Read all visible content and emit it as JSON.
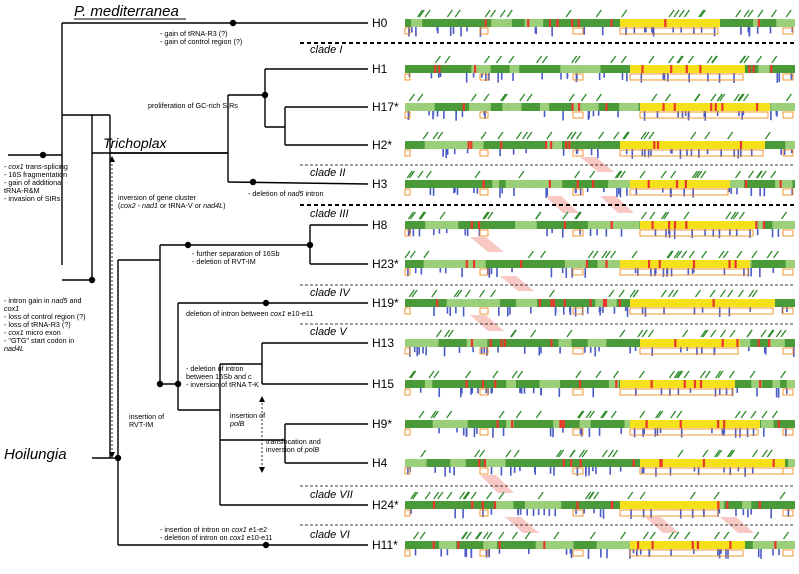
{
  "colors": {
    "protein_gene": "#4a9a3a",
    "protein_gene_light": "#9ccf7a",
    "trna": "#4a5bc4",
    "rrna": "#e8392b",
    "intron": "#f5e11b",
    "orange_frame": "#f08c1e",
    "synteny": "#f4b6b0",
    "gene_label": "#2c8a2a",
    "branch": "#000000"
  },
  "taxa": {
    "outgroup": "P. mediterranea",
    "trichoplax": "Trichoplax",
    "hoilungia": "Hoilungia"
  },
  "haplotypes": [
    {
      "id": "H0",
      "label": "H0"
    },
    {
      "id": "H1",
      "label": "H1"
    },
    {
      "id": "H17",
      "label": "H17*"
    },
    {
      "id": "H2",
      "label": "H2*"
    },
    {
      "id": "H3",
      "label": "H3"
    },
    {
      "id": "H8",
      "label": "H8"
    },
    {
      "id": "H23",
      "label": "H23*"
    },
    {
      "id": "H19",
      "label": "H19*"
    },
    {
      "id": "H13",
      "label": "H13"
    },
    {
      "id": "H15",
      "label": "H15"
    },
    {
      "id": "H9",
      "label": "H9*"
    },
    {
      "id": "H4",
      "label": "H4"
    },
    {
      "id": "H24",
      "label": "H24*"
    },
    {
      "id": "H11",
      "label": "H11*"
    }
  ],
  "clades": [
    {
      "id": "I",
      "label": "clade I"
    },
    {
      "id": "II",
      "label": "clade II"
    },
    {
      "id": "III",
      "label": "clade III"
    },
    {
      "id": "IV",
      "label": "clade IV"
    },
    {
      "id": "V",
      "label": "clade V"
    },
    {
      "id": "VII",
      "label": "clade VII"
    },
    {
      "id": "VI",
      "label": "clade VI"
    }
  ],
  "annotations": {
    "root": [
      {
        "parts": [
          {
            "t": "- ",
            "i": false
          },
          {
            "t": "cox1",
            "i": true
          },
          {
            "t": " trans-splicing",
            "i": false
          }
        ]
      },
      {
        "parts": [
          {
            "t": "- 16S fragmentation",
            "i": false
          }
        ]
      },
      {
        "parts": [
          {
            "t": "- gain of additional",
            "i": false
          }
        ]
      },
      {
        "parts": [
          {
            "t": "   tRNA-R&M",
            "i": false
          }
        ]
      },
      {
        "parts": [
          {
            "t": "- invasion of SIRs",
            "i": false
          }
        ]
      }
    ],
    "h0_branch": [
      {
        "parts": [
          {
            "t": "- gain of tRNA-R3 (?)",
            "i": false
          }
        ]
      },
      {
        "parts": [
          {
            "t": "- gain of control region (?)",
            "i": false
          }
        ]
      }
    ],
    "proliferation": [
      {
        "parts": [
          {
            "t": "proliferation of GC-rich SIRs",
            "i": false
          }
        ]
      }
    ],
    "nad5": [
      {
        "parts": [
          {
            "t": "- deletion of ",
            "i": false
          },
          {
            "t": "nad5",
            "i": true
          },
          {
            "t": " intron",
            "i": false
          }
        ]
      }
    ],
    "inversion_cluster": [
      {
        "parts": [
          {
            "t": "inversion of gene cluster",
            "i": false
          }
        ]
      },
      {
        "parts": [
          {
            "t": "(",
            "i": false
          },
          {
            "t": "cox2 - nad1",
            "i": true
          },
          {
            "t": " or tRNA-V or ",
            "i": false
          },
          {
            "t": "nad4L",
            "i": true
          },
          {
            "t": ")",
            "i": false
          }
        ]
      }
    ],
    "hoilungia_base": [
      {
        "parts": [
          {
            "t": "- intron gain in ",
            "i": false
          },
          {
            "t": "nad5",
            "i": true
          },
          {
            "t": " and",
            "i": false
          }
        ]
      },
      {
        "parts": [
          {
            "t": "cox1",
            "i": true
          }
        ]
      },
      {
        "parts": [
          {
            "t": "- loss of control region (?)",
            "i": false
          }
        ]
      },
      {
        "parts": [
          {
            "t": "- loss of tRNA-R3 (?)",
            "i": false
          }
        ]
      },
      {
        "parts": [
          {
            "t": "- ",
            "i": false
          },
          {
            "t": "cox1",
            "i": true
          },
          {
            "t": " micro exon",
            "i": false
          }
        ]
      },
      {
        "parts": [
          {
            "t": "- \"GTG\" start codon in",
            "i": false
          }
        ]
      },
      {
        "parts": [
          {
            "t": "nad4L",
            "i": true
          }
        ]
      }
    ],
    "clade3": [
      {
        "parts": [
          {
            "t": "- further separation of 16Sb",
            "i": false
          }
        ]
      },
      {
        "parts": [
          {
            "t": "- deletion of RVT-IM",
            "i": false
          }
        ]
      }
    ],
    "clade4": [
      {
        "parts": [
          {
            "t": "deletion of intron between ",
            "i": false
          },
          {
            "t": "cox1",
            "i": true
          },
          {
            "t": " e10-e11",
            "i": false
          }
        ]
      }
    ],
    "clade5": [
      {
        "parts": [
          {
            "t": "- deletion of intron",
            "i": false
          }
        ]
      },
      {
        "parts": [
          {
            "t": "   between 16Sb and c",
            "i": false
          }
        ]
      },
      {
        "parts": [
          {
            "t": "- inversion of tRNA T-K",
            "i": false
          }
        ]
      }
    ],
    "rvt": [
      {
        "parts": [
          {
            "t": "insertion of",
            "i": false
          }
        ]
      },
      {
        "parts": [
          {
            "t": "RVT-IM",
            "i": false
          }
        ]
      }
    ],
    "polb": [
      {
        "parts": [
          {
            "t": "insertion of",
            "i": false
          }
        ]
      },
      {
        "parts": [
          {
            "t": "polB",
            "i": true
          }
        ]
      }
    ],
    "translocation": [
      {
        "parts": [
          {
            "t": "translocation and",
            "i": false
          }
        ]
      },
      {
        "parts": [
          {
            "t": "inversion of ",
            "i": false
          },
          {
            "t": "polB",
            "i": true
          }
        ]
      }
    ],
    "clade6": [
      {
        "parts": [
          {
            "t": "- insertion of intron on ",
            "i": false
          },
          {
            "t": "cox1",
            "i": true
          },
          {
            "t": " e1-e2",
            "i": false
          }
        ]
      },
      {
        "parts": [
          {
            "t": "- deletion of intron on ",
            "i": false
          },
          {
            "t": "cox1",
            "i": true
          },
          {
            "t": " e10-e11",
            "i": false
          }
        ]
      }
    ]
  }
}
